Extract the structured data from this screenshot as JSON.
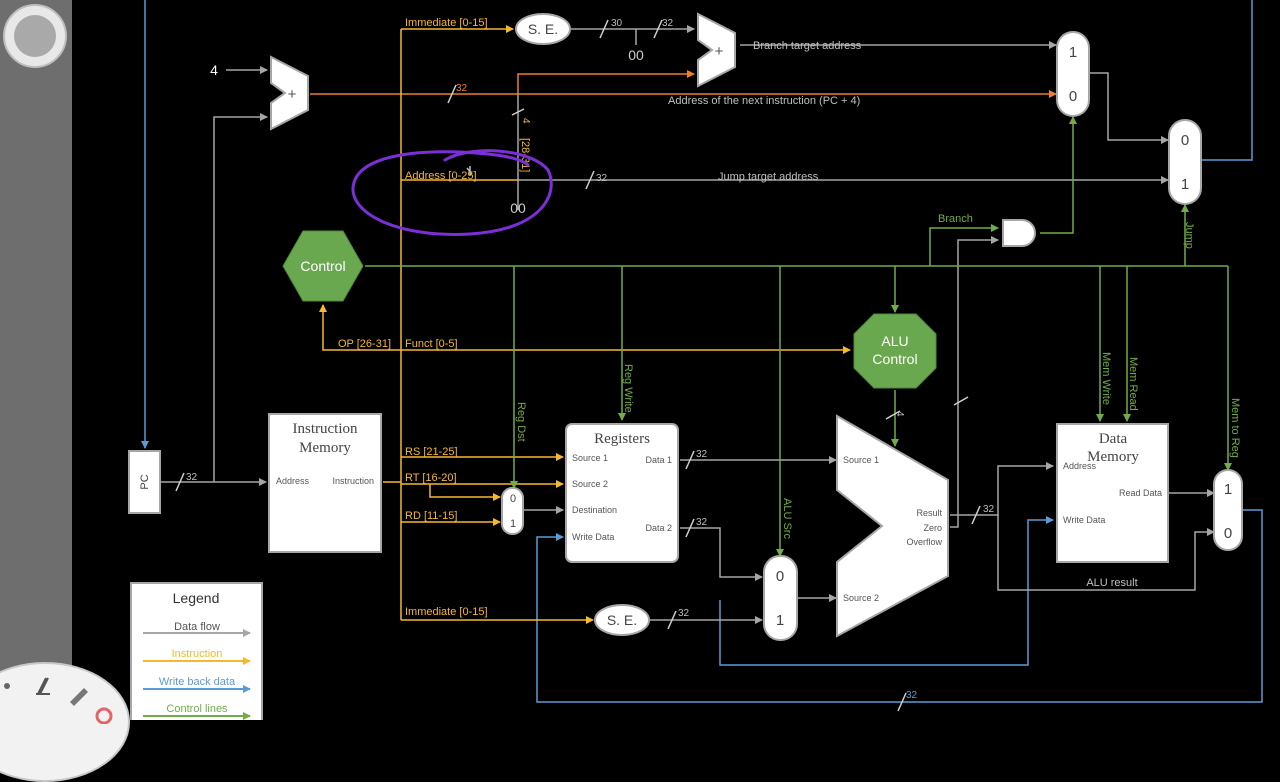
{
  "adders": {
    "plus": "+"
  },
  "constants": {
    "four": "4",
    "zero_a": "00",
    "zero_b": "00"
  },
  "sign_extend": {
    "top": "S. E.",
    "bottom": "S. E."
  },
  "bus_widths": {
    "w30": "30",
    "w32_se": "32",
    "w32_pc4": "32",
    "w4": "4",
    "w32_jump": "32",
    "w32_pc": "32",
    "w32_data1": "32",
    "w32_data2": "32",
    "w4_aluctl": "4",
    "w32_result": "32",
    "w32_se2": "32",
    "w32_wb": "32"
  },
  "wires": {
    "branch_target": "Branch target address",
    "pc_plus4": "Address of the next instruction (PC + 4)",
    "jump_target": "Jump target address",
    "alu_result": "ALU result"
  },
  "instruction_fields": {
    "immediate_top": "Immediate [0-15]",
    "bits_28_31": "[28-31]",
    "address": "Address [0-25]",
    "op": "OP [26-31]",
    "funct": "Funct [0-5]",
    "rs": "RS [21-25]",
    "rt": "RT [16-20]",
    "rd": "RD [11-15]",
    "immediate_bottom": "Immediate [0-15]"
  },
  "control": {
    "unit": "Control",
    "alu_control_l1": "ALU",
    "alu_control_l2": "Control",
    "branch": "Branch",
    "jump": "Jump",
    "reg_dst": "Reg Dst",
    "reg_write": "Reg Write",
    "alu_src": "ALU Src",
    "mem_write": "Mem Write",
    "mem_read": "Mem Read",
    "mem_to_reg": "Mem to Reg"
  },
  "muxes": {
    "branch_mux": {
      "top": "1",
      "bottom": "0"
    },
    "jump_mux": {
      "top": "0",
      "bottom": "1"
    },
    "regdst_mux": {
      "top": "0",
      "bottom": "1"
    },
    "alusrc_mux": {
      "top": "0",
      "bottom": "1"
    },
    "memtoreg_mux": {
      "top": "1",
      "bottom": "0"
    }
  },
  "pc": {
    "label": "PC"
  },
  "instruction_memory": {
    "title_l1": "Instruction",
    "title_l2": "Memory",
    "address": "Address",
    "instruction": "Instruction"
  },
  "registers": {
    "title": "Registers",
    "source1": "Source 1",
    "source2": "Source 2",
    "destination": "Destination",
    "write_data": "Write Data",
    "data1": "Data 1",
    "data2": "Data 2"
  },
  "alu": {
    "source1": "Source 1",
    "source2": "Source 2",
    "result": "Result",
    "zero": "Zero",
    "overflow": "Overflow"
  },
  "data_memory": {
    "title_l1": "Data",
    "title_l2": "Memory",
    "address": "Address",
    "write_data": "Write Data",
    "read_data": "Read Data"
  },
  "legend": {
    "title": "Legend",
    "items": [
      {
        "label": "Data flow",
        "color": "#a6a6a6"
      },
      {
        "label": "Instruction",
        "color": "#f5b82e"
      },
      {
        "label": "Write back data",
        "color": "#5b9bd5"
      },
      {
        "label": "Control lines",
        "color": "#70ad47"
      }
    ]
  },
  "colors": {
    "data_flow": "#a6a6a6",
    "instruction": "#f5b82e",
    "write_back": "#5b9bd5",
    "control": "#70ad47",
    "pc_path": "#ed7d31",
    "annotation": "#7b2fd6"
  },
  "toolbar": {
    "icons": [
      "pen-tool-icon",
      "eraser-icon",
      "color-picker-icon"
    ]
  }
}
